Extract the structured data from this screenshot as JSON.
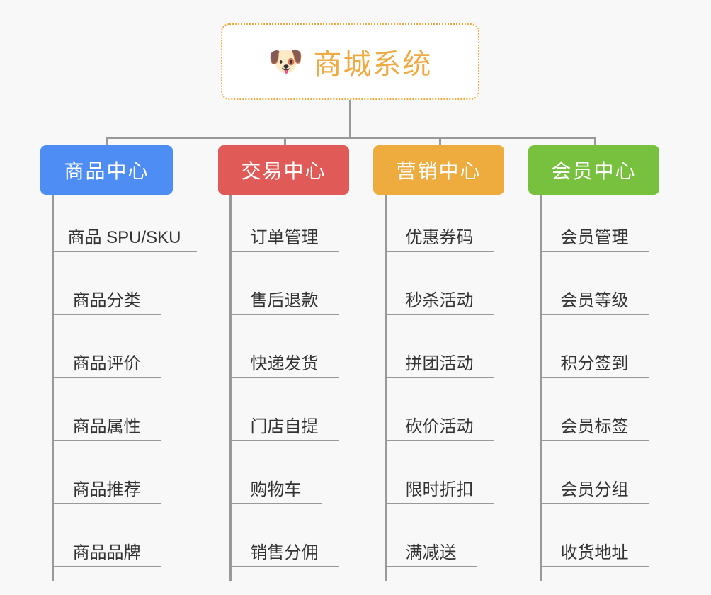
{
  "page": {
    "background_color": "#f8f8f8",
    "connector_color": "#999999"
  },
  "root": {
    "icon": "dog-face-emoji",
    "emoji": "🐶",
    "title": "商城系统",
    "accent_color": "#eeab43",
    "border_style": "dotted"
  },
  "categories": [
    {
      "label": "商品中心",
      "color": "#4e8ef4",
      "items": [
        "商品 SPU/SKU",
        "商品分类",
        "商品评价",
        "商品属性",
        "商品推荐",
        "商品品牌"
      ]
    },
    {
      "label": "交易中心",
      "color": "#e05a57",
      "items": [
        "订单管理",
        "售后退款",
        "快递发货",
        "门店自提",
        "购物车",
        "销售分佣"
      ]
    },
    {
      "label": "营销中心",
      "color": "#eeac3e",
      "items": [
        "优惠券码",
        "秒杀活动",
        "拼团活动",
        "砍价活动",
        "限时折扣",
        "满减送"
      ]
    },
    {
      "label": "会员中心",
      "color": "#77c13f",
      "items": [
        "会员管理",
        "会员等级",
        "积分签到",
        "会员标签",
        "会员分组",
        "收货地址"
      ]
    }
  ]
}
